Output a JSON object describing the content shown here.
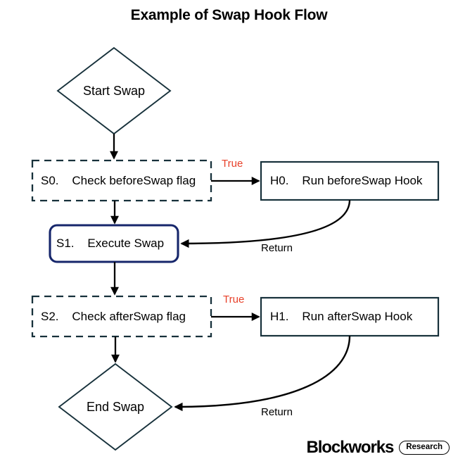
{
  "diagram": {
    "title": "Example of Swap Hook Flow",
    "type": "flowchart",
    "background_color": "#ffffff",
    "colors": {
      "shape_stroke": "#17313b",
      "execute_stroke": "#16266b",
      "connector": "#000000",
      "true_label": "#e8412a",
      "text": "#000000"
    },
    "nodes": [
      {
        "id": "start",
        "shape": "diamond",
        "label": "Start Swap",
        "stroke": "#17313b"
      },
      {
        "id": "s0",
        "shape": "dashed-rectangle",
        "label": "S0.    Check beforeSwap flag",
        "code": "S0.",
        "text": "Check beforeSwap flag",
        "stroke": "#17313b"
      },
      {
        "id": "h0",
        "shape": "rectangle",
        "label": "H0.    Run beforeSwap Hook",
        "code": "H0.",
        "text": "Run beforeSwap Hook",
        "stroke": "#17313b"
      },
      {
        "id": "s1",
        "shape": "rounded-rectangle",
        "label": "S1.    Execute Swap",
        "code": "S1.",
        "text": "Execute Swap",
        "stroke": "#16266b"
      },
      {
        "id": "s2",
        "shape": "dashed-rectangle",
        "label": "S2.    Check afterSwap flag",
        "code": "S2.",
        "text": "Check afterSwap flag",
        "stroke": "#17313b"
      },
      {
        "id": "h1",
        "shape": "rectangle",
        "label": "H1.    Run afterSwap Hook",
        "code": "H1.",
        "text": "Run afterSwap Hook",
        "stroke": "#17313b"
      },
      {
        "id": "end",
        "shape": "diamond",
        "label": "End Swap",
        "stroke": "#17313b"
      }
    ],
    "edges": [
      {
        "id": "e-start-s0",
        "from": "start",
        "to": "s0",
        "label": ""
      },
      {
        "id": "e-s0-h0",
        "from": "s0",
        "to": "h0",
        "label": "True"
      },
      {
        "id": "e-s0-s1",
        "from": "s0",
        "to": "s1",
        "label": ""
      },
      {
        "id": "e-h0-s1",
        "from": "h0",
        "to": "s1",
        "label": "Return"
      },
      {
        "id": "e-s1-s2",
        "from": "s1",
        "to": "s2",
        "label": ""
      },
      {
        "id": "e-s2-h1",
        "from": "s2",
        "to": "h1",
        "label": "True"
      },
      {
        "id": "e-s2-end",
        "from": "s2",
        "to": "end",
        "label": ""
      },
      {
        "id": "e-h1-end",
        "from": "h1",
        "to": "end",
        "label": "Return"
      }
    ]
  },
  "footer": {
    "brand": "Blockworks",
    "badge": "Research"
  }
}
